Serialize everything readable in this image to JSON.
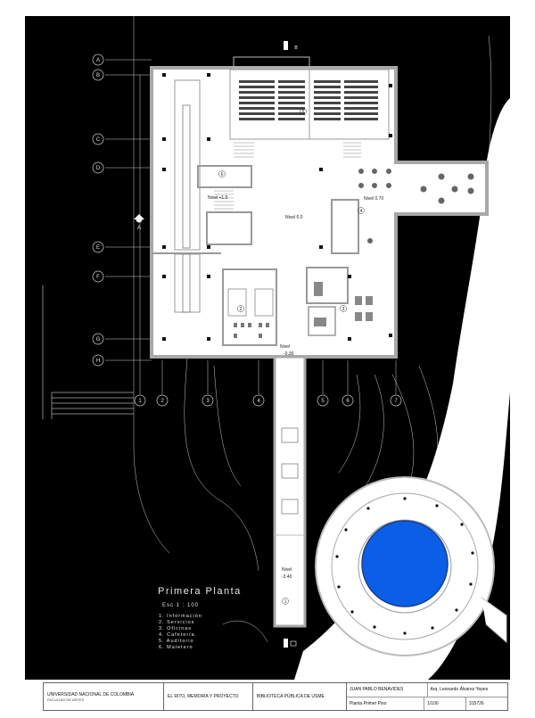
{
  "sheet_title": "Primera Planta",
  "scale": "Esc 1 : 100",
  "legend": [
    "1. Información",
    "2. Servicios",
    "3. Oficinas",
    "4. Cafetería",
    "5. Auditorio",
    "6. Maletero"
  ],
  "grid_rows": [
    "A",
    "B",
    "C",
    "D",
    "E",
    "F",
    "G",
    "H"
  ],
  "grid_cols": [
    "1",
    "2",
    "3",
    "4",
    "5",
    "6",
    "7"
  ],
  "levels": {
    "n1": "Nivel +1.5",
    "n2": "Nivel 0.0",
    "n3": "Nivel 0.70",
    "n4": "Nivel",
    "n4b": "-0.30",
    "n5": "Nivel",
    "n5b": "-3.40"
  },
  "room_numbers": {
    "r5": "5",
    "r6": "6",
    "r4": "4",
    "r2": "2",
    "r3": "3",
    "r1": "1"
  },
  "section_marks": {
    "a_left": "A",
    "b_right": "B",
    "b_top": "B"
  },
  "title_block": {
    "university": "UNIVERSIDAD NACIONAL DE COLOMBIA",
    "faculty": "FACULTAD DE ARTES",
    "course": "EL RITO, MEMORIA Y PROYECTO",
    "project": "BIBLIOTECA PÚBLICA DE USME",
    "author": "JUAN PABLO BENAVIDES",
    "advisor": "Arq. Leonardo Álvarez Yepes",
    "sheet_name": "Planta Primer Piso",
    "sheet_scale": "1/100",
    "code": "315726"
  },
  "colors": {
    "ground": "#000000",
    "paper": "#ffffff",
    "wall": "#b0b0b0",
    "water": "#0a5fe6",
    "grid": "#d0d0d0"
  }
}
